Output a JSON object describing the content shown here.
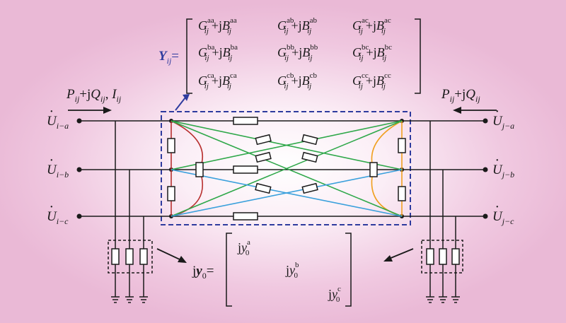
{
  "colors": {
    "background": "#eab9d6",
    "dashed_box": "#2e3b9e",
    "phase_red": "#b8302f",
    "phase_orange": "#f0a020",
    "cross_green": "#2fa84a",
    "cross_blue": "#3aa0dc",
    "wire": "#1a1a1a",
    "y_label": "#2e3b9e"
  },
  "left_nodes": {
    "a": {
      "base": "U",
      "sub": "i−a"
    },
    "b": {
      "base": "U",
      "sub": "i−b"
    },
    "c": {
      "base": "U",
      "sub": "i−c"
    }
  },
  "right_nodes": {
    "a": {
      "base": "U",
      "sub": "j−a"
    },
    "b": {
      "base": "U",
      "sub": "j−b"
    },
    "c": {
      "base": "U",
      "sub": "j−c"
    }
  },
  "flow_left": {
    "P": "P",
    "P_sub": "ij",
    "plus": "+j",
    "Q": "Q",
    "Q_sub": "ij",
    "comma": ",",
    "I": "I",
    "I_sub": "ij"
  },
  "flow_right": {
    "P": "P",
    "P_sub": "ij",
    "plus": "+j",
    "Q": "Q",
    "Q_sub": "ij"
  },
  "Y_matrix": {
    "lhs": "Y",
    "lhs_sub": "ij",
    "eq": "=",
    "rows": [
      [
        {
          "sup": "aa"
        },
        {
          "sup": "ab"
        },
        {
          "sup": "ac"
        }
      ],
      [
        {
          "sup": "ba"
        },
        {
          "sup": "bb"
        },
        {
          "sup": "bc"
        }
      ],
      [
        {
          "sup": "ca"
        },
        {
          "sup": "cb"
        },
        {
          "sup": "cc"
        }
      ]
    ],
    "G": "G",
    "plus_jB": "+j",
    "B": "B",
    "sub": "ij"
  },
  "y0_matrix": {
    "lhs_j": "j",
    "lhs": "y",
    "lhs_sub": "0",
    "eq": "=",
    "diag": [
      {
        "j": "j",
        "y": "y",
        "sup": "a",
        "sub": "0"
      },
      {
        "j": "j",
        "y": "y",
        "sup": "b",
        "sub": "0"
      },
      {
        "j": "j",
        "y": "y",
        "sup": "c",
        "sub": "0"
      }
    ]
  }
}
